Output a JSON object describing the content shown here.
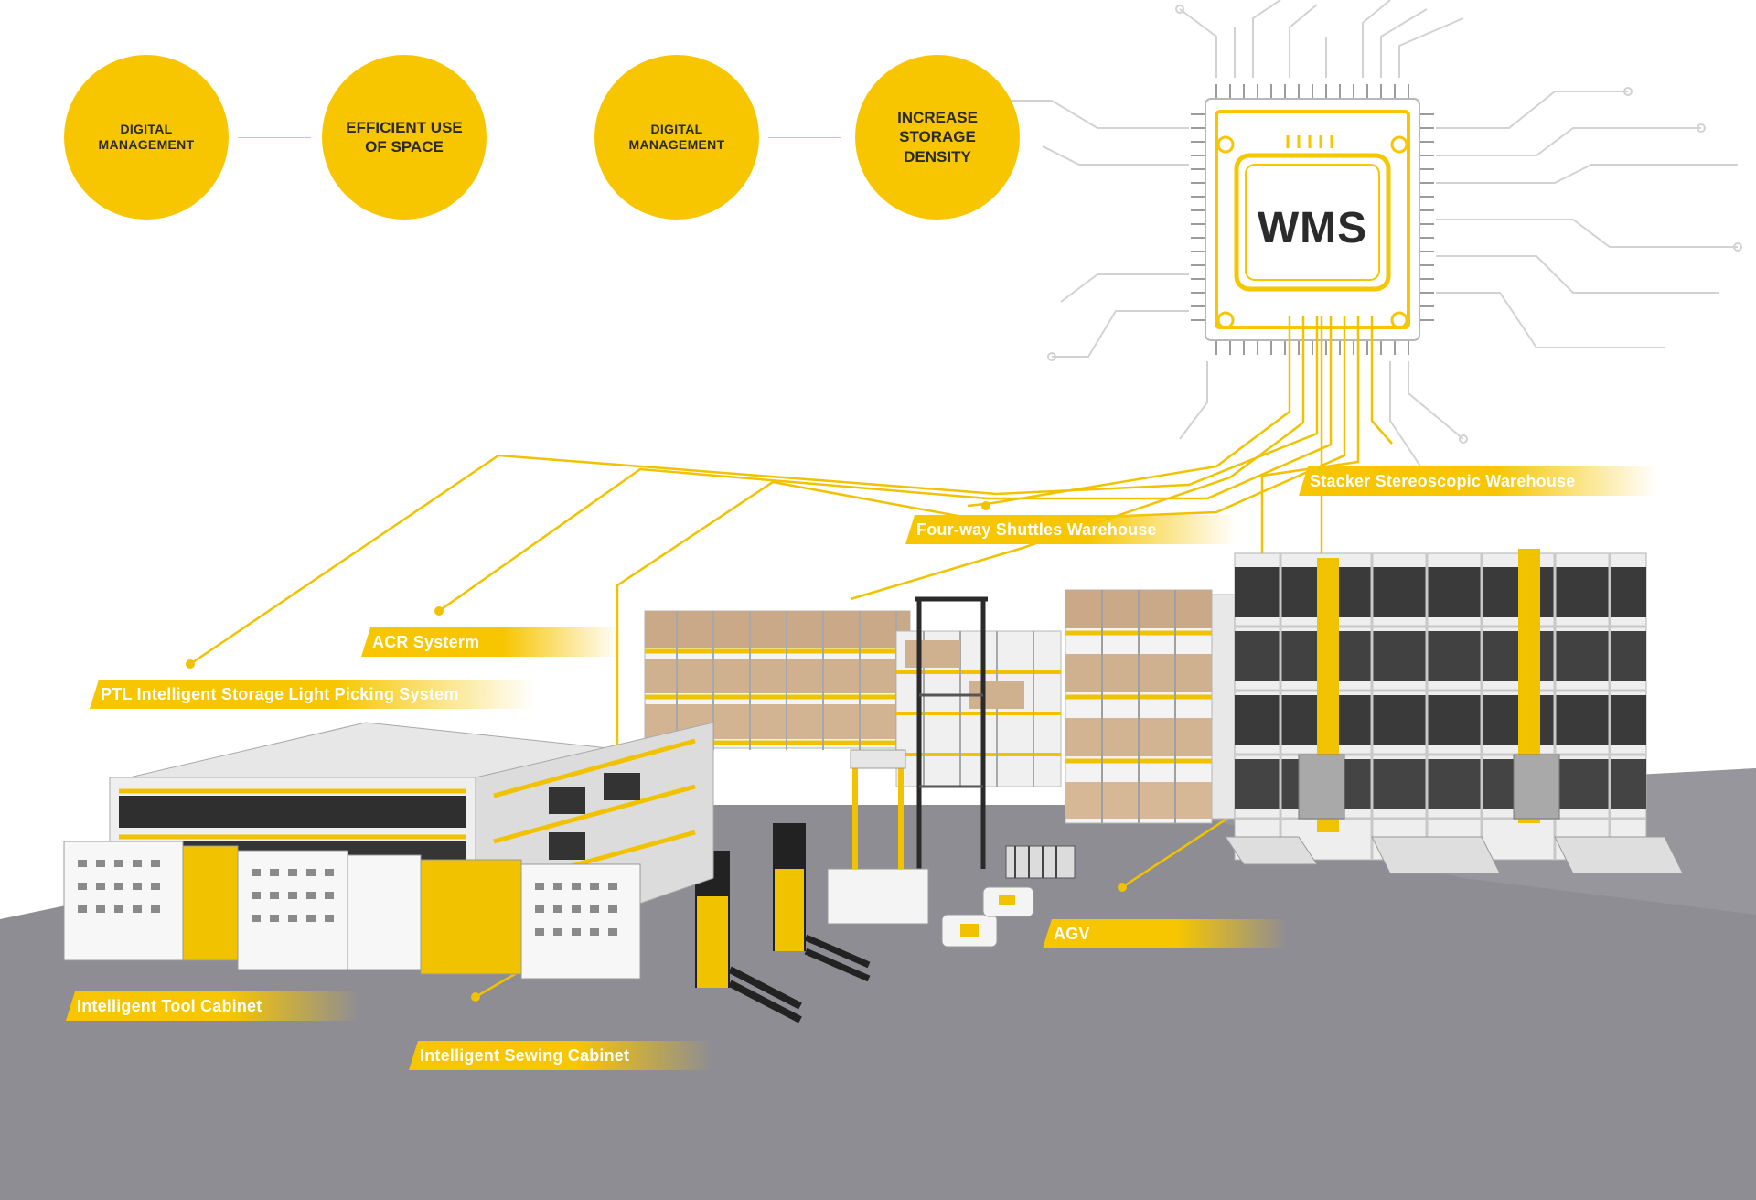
{
  "circles": [
    {
      "text": "DIGITAL\nMANAGEMENT"
    },
    {
      "text": "EFFICIENT USE\nOF SPACE"
    },
    {
      "text": "DIGITAL\nMANAGEMENT"
    },
    {
      "text": "INCREASE STORAGE\nDENSITY"
    }
  ],
  "chip": {
    "label": "WMS"
  },
  "labels": {
    "stacker": "Stacker Stereoscopic Warehouse",
    "four_way": "Four-way Shuttles Warehouse",
    "acr": "ACR Systerm",
    "ptl": "PTL Intelligent Storage Light Picking System",
    "agv": "AGV",
    "tool_cabinet": "Intelligent Tool Cabinet",
    "sewing_cabinet": "Intelligent Sewing Cabinet"
  },
  "colors": {
    "accent": "#f7c600",
    "floor": "#8e8d94",
    "circuit": "#d2d2d2",
    "dark": "#2b2b2b"
  }
}
